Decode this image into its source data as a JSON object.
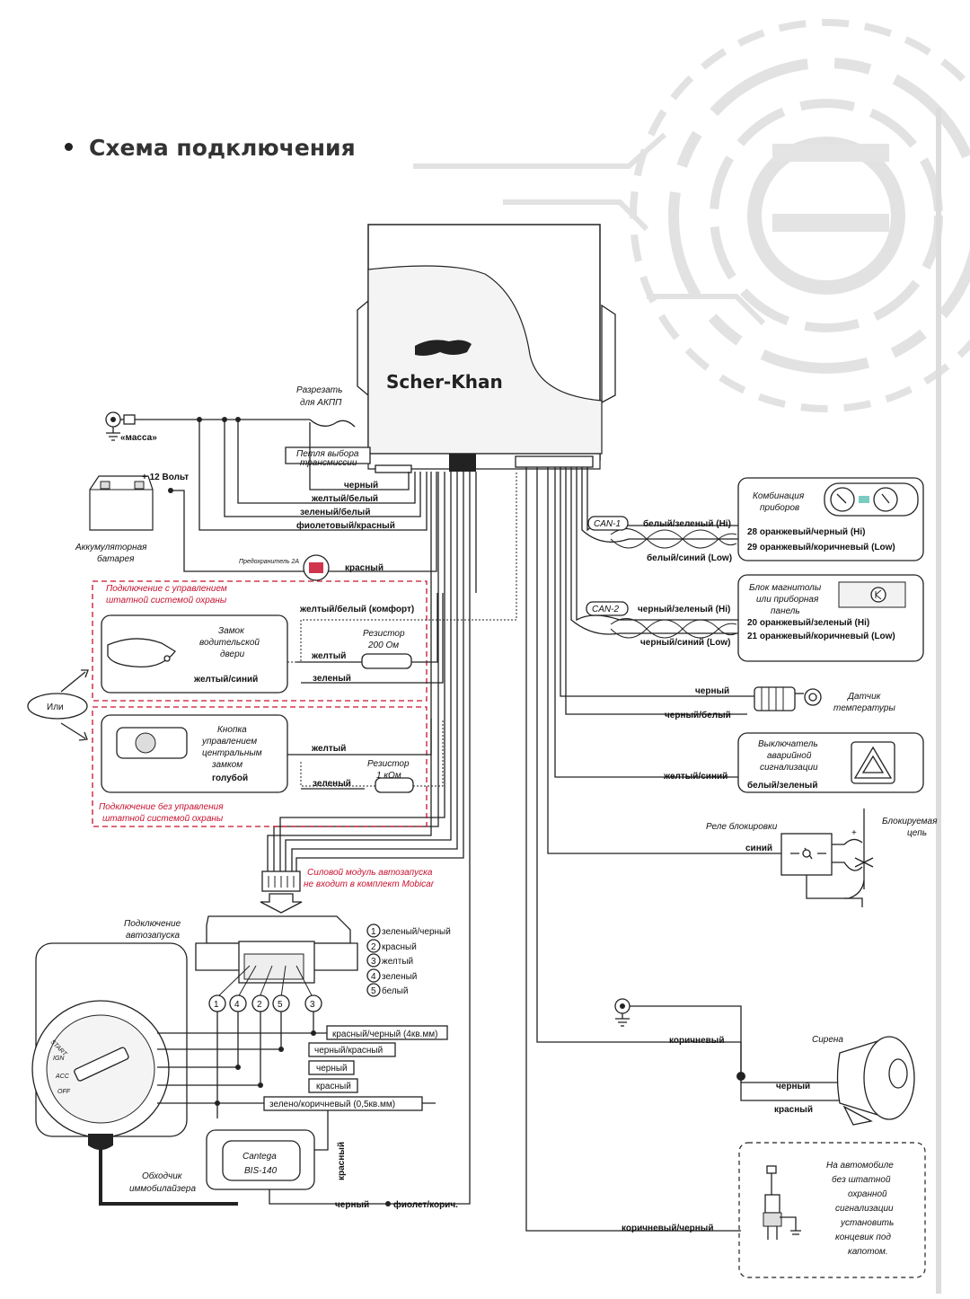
{
  "title": "Схема подключения",
  "brand": "Scher-Khan",
  "colors": {
    "wire": "#222222",
    "red_note": "#c8102e",
    "decor": "#e2e2e2"
  },
  "labels": {
    "ground_top": "«масса»",
    "cut_for_akpp": [
      "Разрезать",
      "для АКПП"
    ],
    "transmission_loop": [
      "Петля выбора",
      "трансмиссии"
    ],
    "plus12": "+ 12 Вольт",
    "battery": [
      "Аккумуляторная",
      "батарея"
    ],
    "fuse": "Предохранитель 2А",
    "wire_black": "черный",
    "wire_yellow_white": "желтый/белый",
    "wire_green_white": "зеленый/белый",
    "wire_violet_red": "фиолетовый/красный",
    "wire_red": "красный",
    "note_with_control": [
      "Подключение с управлением",
      "штатной системой охраны"
    ],
    "yellow_white_comfort": "желтый/белый (комфорт)",
    "door_lock": [
      "Замок",
      "водительской",
      "двери"
    ],
    "yellow_blue": "желтый/синий",
    "resistor_200": [
      "Резистор",
      "200 Ом"
    ],
    "yellow": "желтый",
    "green": "зеленый",
    "or": "Или",
    "central_lock_button": [
      "Кнопка",
      "управлением",
      "центральным",
      "замком"
    ],
    "light_blue": "голубой",
    "resistor_1k": [
      "Резистор",
      "1 кОм"
    ],
    "note_without_control": [
      "Подключение без управления",
      "штатной системой охраны"
    ],
    "power_module": [
      "Силовой модуль автозапуска",
      "не входит в комплект Mobicar"
    ],
    "autostart_connection": [
      "Подключение",
      "автозапуска"
    ],
    "module_pins": [
      "зеленый/черный",
      "красный",
      "желтый",
      "зеленый",
      "белый"
    ],
    "pin_numbers": [
      "1",
      "2",
      "3",
      "4",
      "5"
    ],
    "bottom_pin_order": [
      "1",
      "4",
      "2",
      "5",
      "3"
    ],
    "ign_wires": [
      "красный/черный (4кв.мм)",
      "черный/красный",
      "черный",
      "красный",
      "зелено/коричневый (0,5кв.мм)"
    ],
    "ign_positions": [
      "START",
      "IGN",
      "ACC",
      "OFF"
    ],
    "immobilizer_bypass": [
      "Обходчик",
      "иммобилайзера"
    ],
    "bypass_model": [
      "Cantega",
      "BIS-140"
    ],
    "bypass_red": "красный",
    "bypass_black": "черный",
    "violet_brown": "фиолет/корич.",
    "can1": "CAN-1",
    "can1_white_green": "белый/зеленый (Hi)",
    "can1_white_blue": "белый/синий (Low)",
    "dash_cluster": [
      "Комбинация",
      "приборов"
    ],
    "can1_pins": [
      "28 оранжевый/черный (Hi)",
      "29 оранжевый/коричневый (Low)"
    ],
    "can2": "CAN-2",
    "can2_black_green": "черный/зеленый (Hi)",
    "can2_black_blue": "черный/синий (Low)",
    "radio_block": [
      "Блок магнитолы",
      "или приборная",
      "панель"
    ],
    "can2_pins": [
      "20 оранжевый/зеленый (Hi)",
      "21 оранжевый/коричневый (Low)"
    ],
    "temp_black": "черный",
    "temp_black_white": "черный/белый",
    "temp_sensor": [
      "Датчик",
      "температуры"
    ],
    "hazard_switch": [
      "Выключатель",
      "аварийной",
      "сигнализации"
    ],
    "hazard_yellow_blue": "желтый/синий",
    "hazard_white_green": "белый/зеленый",
    "relay": "Реле блокировки",
    "relay_blue": "синий",
    "blocked_circuit": [
      "Блокируемая",
      "цепь"
    ],
    "brown": "коричневый",
    "siren": "Сирена",
    "siren_black": "черный",
    "siren_red": "красный",
    "brown_black": "коричневый/черный",
    "hood_note": [
      "На автомобиле",
      "без штатной",
      "охранной",
      "сигнализации",
      "установить",
      "концевик под",
      "капотом."
    ]
  }
}
